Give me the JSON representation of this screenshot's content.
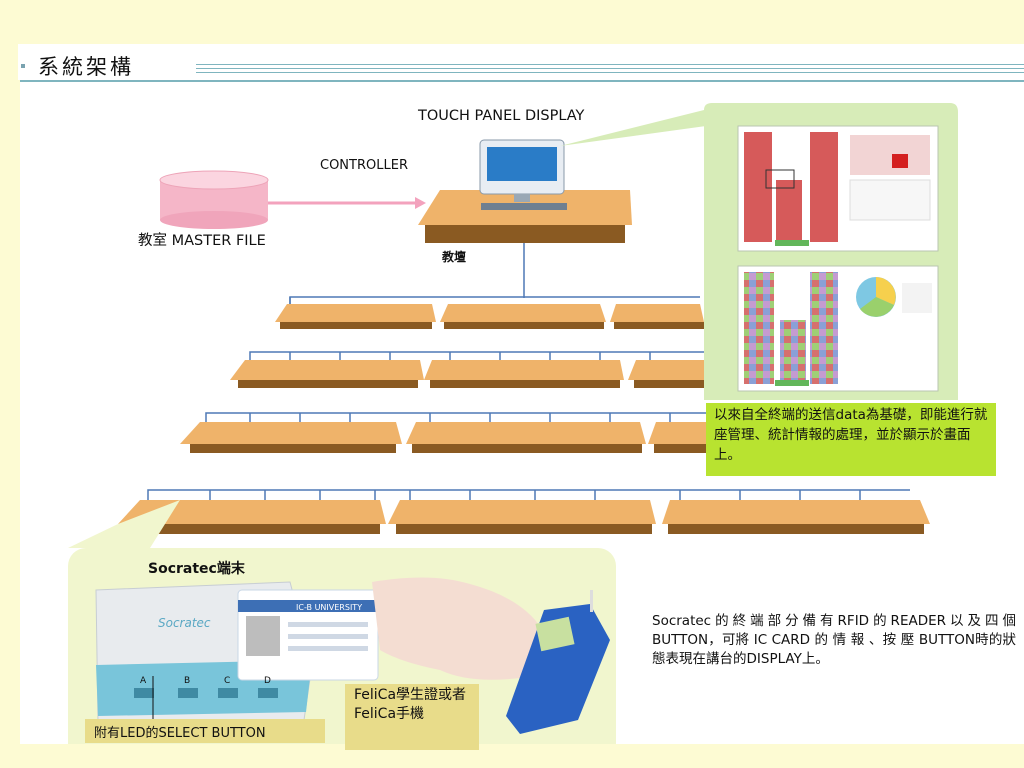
{
  "header": {
    "title": "系統架構"
  },
  "diagram": {
    "touch_panel_label": "TOUCH  PANEL DISPLAY",
    "controller_label": "CONTROLLER",
    "master_file_label": "教室 MASTER FILE",
    "podium_label": "教壇"
  },
  "callout": {
    "text": "以來自全終端的送信data為基礎，即能進行就座管理、統計情報的處理，並於顯示於畫面上。"
  },
  "terminal": {
    "title": "Socratec端末",
    "card_header": "IC-B UNIVERSITY",
    "device_logo": "Socratec",
    "buttons": [
      "A",
      "B",
      "C",
      "D"
    ],
    "led_label": "附有LED的SELECT BUTTON",
    "felica_label": "FeliCa學生證或者FeliCa手機"
  },
  "description": {
    "text": "Socratec的終端部分備有RFID的READER以及四個 BUTTON，可將 IC CARD 的 情 報 、按 壓 BUTTON時的狀態表現在講台的DISPLAY上。"
  },
  "colors": {
    "background": "#fdfbd3",
    "callout": "#b8e330",
    "desk_top": "#efb36a",
    "desk_base": "#8a5a22",
    "master_file": "#f5b6c8"
  }
}
